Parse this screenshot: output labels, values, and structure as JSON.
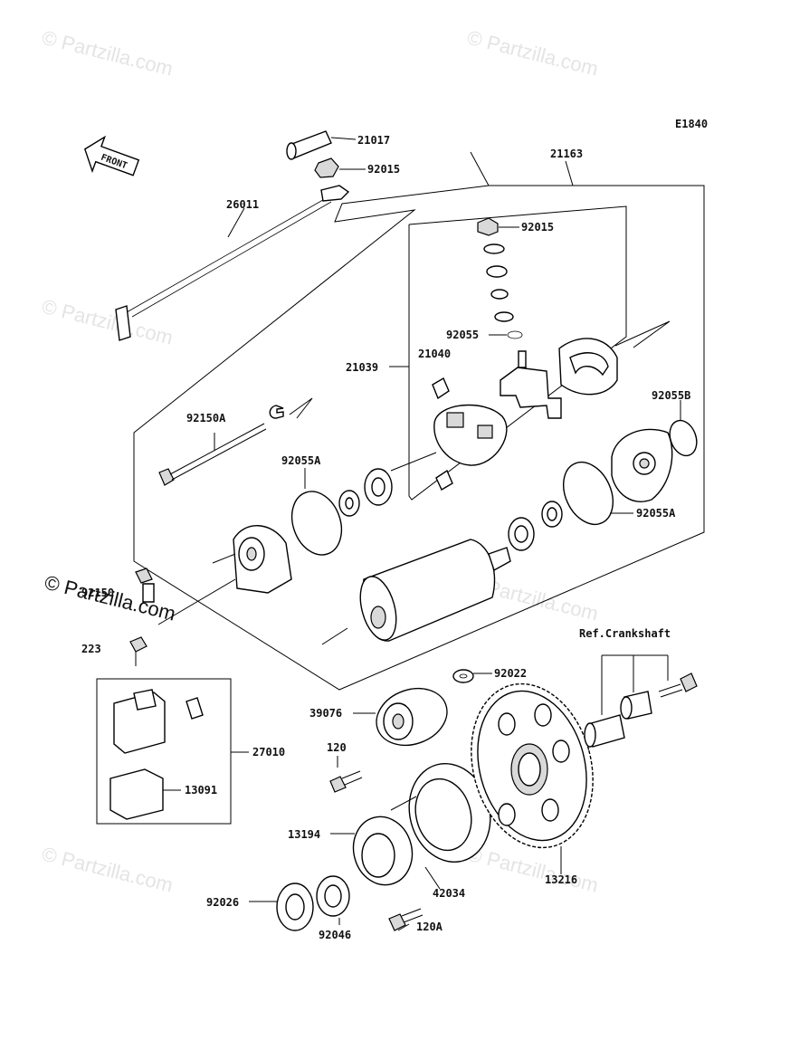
{
  "code": "E1840",
  "front_label": "FRONT",
  "ref_label": "Ref.Crankshaft",
  "watermark": "© Partzilla.com",
  "parts": {
    "p21017": "21017",
    "p92015a": "92015",
    "p26011": "26011",
    "p21163": "21163",
    "p92015b": "92015",
    "p92055": "92055",
    "p21040": "21040",
    "p21039": "21039",
    "p92055b": "92055B",
    "p92150a": "92150A",
    "p92055a1": "92055A",
    "p92055a2": "92055A",
    "p92150": "92150",
    "p223": "223",
    "p92022": "92022",
    "p39076": "39076",
    "p27010": "27010",
    "p120": "120",
    "p13091": "13091",
    "p13194": "13194",
    "p42034": "42034",
    "p13216": "13216",
    "p92026": "92026",
    "p92046": "92046",
    "p120a": "120A"
  }
}
